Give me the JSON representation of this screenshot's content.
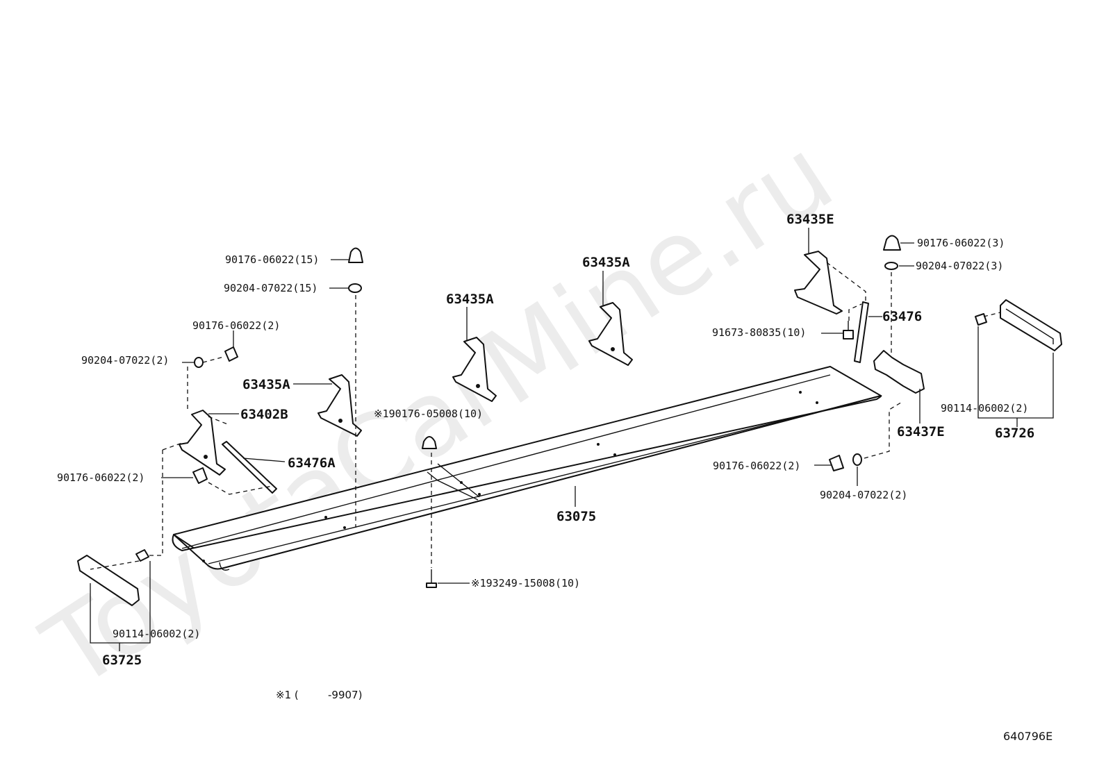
{
  "watermark": "ToyotaCarMine.ru",
  "figure_code": "640796E",
  "footnote": {
    "mark": "※1 (",
    "range": "-9907)"
  },
  "labels": {
    "nut_top_left": "90176-06022(15)",
    "washer_top_left": "90204-07022(15)",
    "nut_left_bracket": "90176-06022(2)",
    "washer_left_bracket": "90204-07022(2)",
    "bracket_a1": "63435A",
    "bracket_a2": "63435A",
    "bracket_a3": "63435A",
    "bracket_402b": "63402B",
    "stay_476a": "63476A",
    "nut_lower_left": "90176-06022(2)",
    "nut_center_marked": "※190176-05008(10)",
    "screw_center_marked": "※193249-15008(10)",
    "step_main": "63075",
    "bracket_e": "63435E",
    "nut_top_right": "90176-06022(3)",
    "washer_top_right": "90204-07022(3)",
    "stay_476": "63476",
    "bolt_right": "91673-80835(10)",
    "bracket_437e": "63437E",
    "nut_lower_right": "90176-06022(2)",
    "washer_lower_right": "90204-07022(2)",
    "screw_right_cap": "90114-06002(2)",
    "cap_right": "63726",
    "screw_left_cap": "90114-06002(2)",
    "cap_left": "63725"
  }
}
